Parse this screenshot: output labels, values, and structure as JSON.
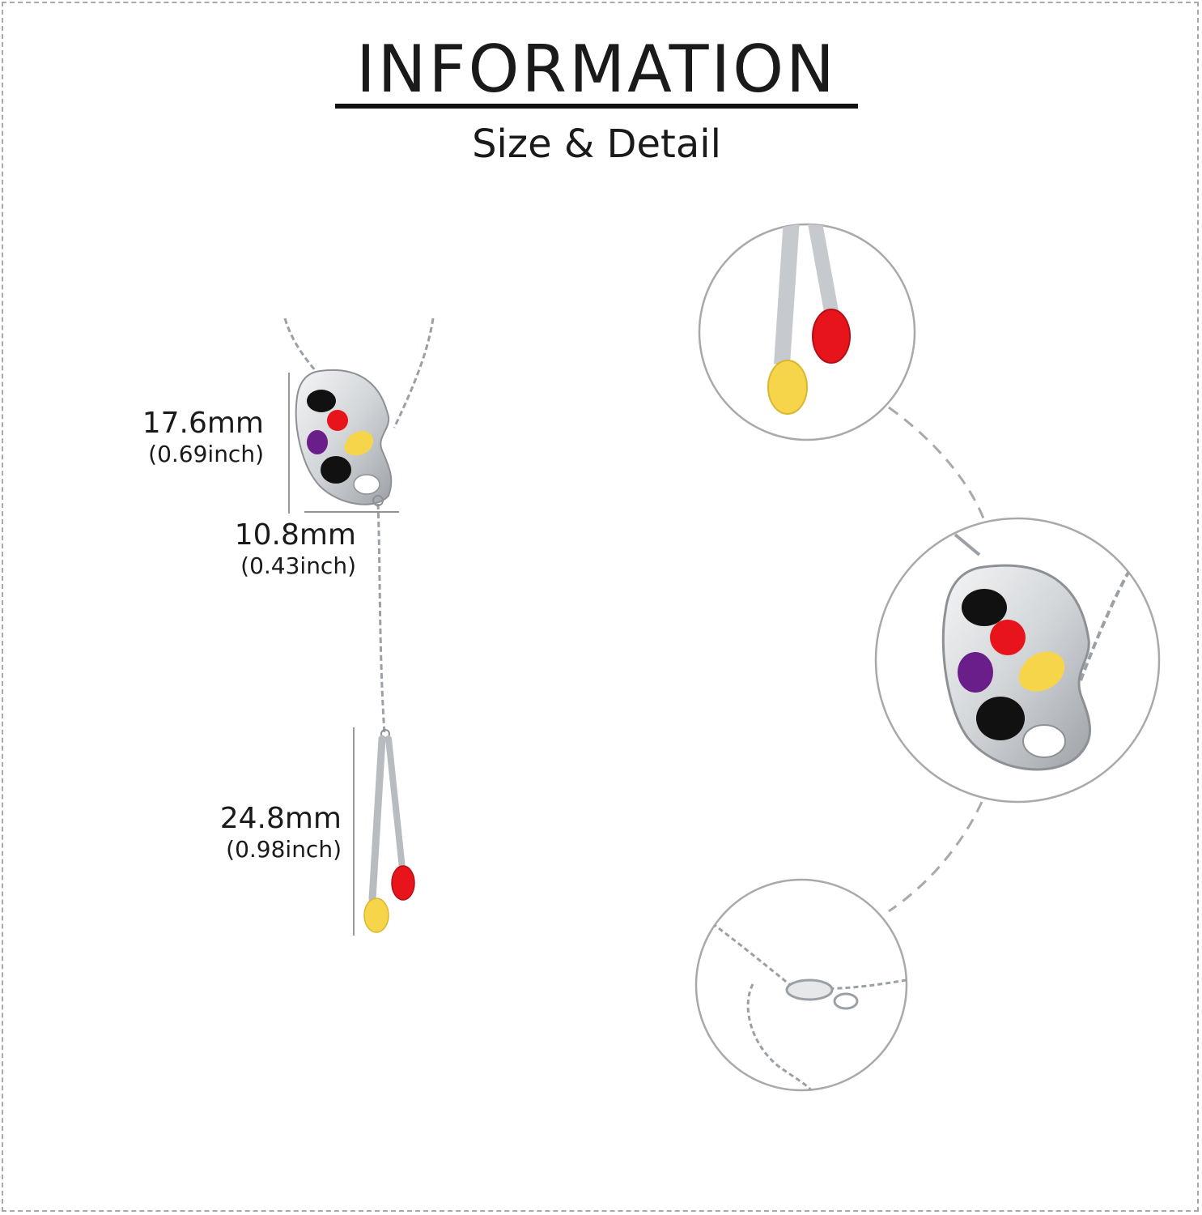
{
  "header": {
    "title": "INFORMATION",
    "subtitle": "Size & Detail"
  },
  "dimensions": [
    {
      "mm": "17.6mm",
      "inch": "(0.69inch)"
    },
    {
      "mm": "10.8mm",
      "inch": "(0.43inch)"
    },
    {
      "mm": "24.8mm",
      "inch": "(0.98inch)"
    }
  ],
  "colors": {
    "paint_black": "#111111",
    "paint_red": "#e8141c",
    "paint_purple": "#6a1e8a",
    "paint_yellow": "#f6d54a",
    "silver": "#c9ccd0",
    "dash": "#a9a9a9"
  },
  "detail_views": [
    "paintbrush-closeup",
    "palette-closeup",
    "clasp-closeup"
  ]
}
